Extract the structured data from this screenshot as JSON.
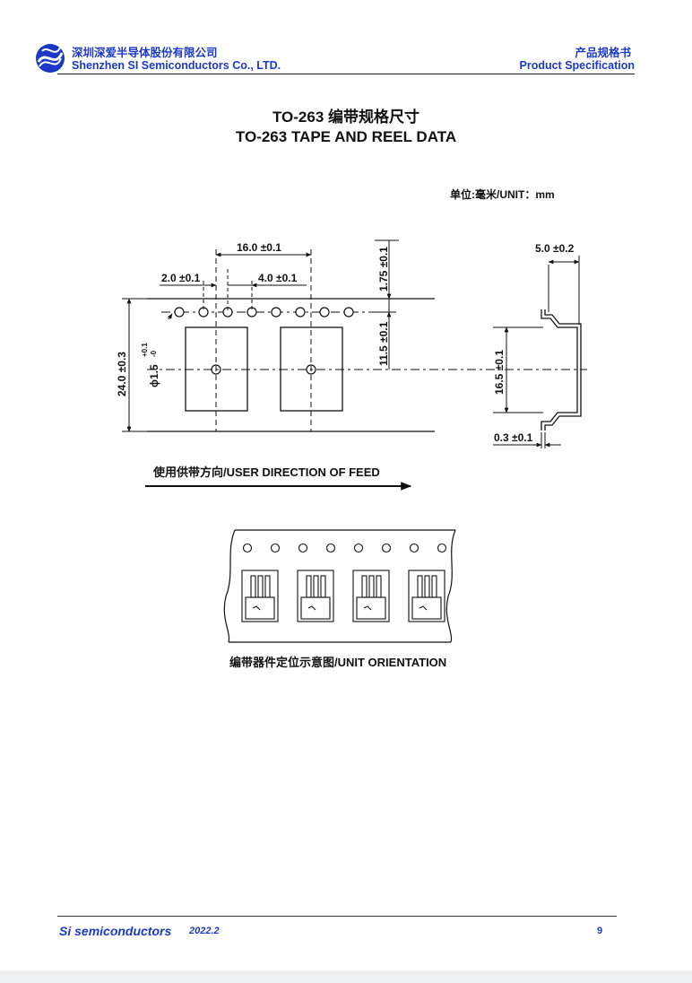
{
  "header": {
    "company_cn": "深圳深爱半导体股份有限公司",
    "company_en": "Shenzhen SI Semiconductors Co., LTD.",
    "doc_type_cn": "产品规格书",
    "doc_type_en": "Product Specification"
  },
  "title": {
    "line1": "TO-263 编带规格尺寸",
    "line2": "TO-263 TAPE AND REEL DATA"
  },
  "unit_label": "单位:毫米/UNIT：mm",
  "dimensions": {
    "pitch_16": "16.0 ±0.1",
    "offset_2": "2.0 ±0.1",
    "hole_pitch_4": "4.0 ±0.1",
    "edge_1_75": "1.75 ±0.1",
    "center_11_5": "11.5 ±0.1",
    "width_24": "24.0 ±0.3",
    "hole_dia": "ϕ1.5",
    "hole_tol_plus": "+0.1",
    "hole_tol_minus": "-0",
    "depth_5": "5.0 ±0.2",
    "pocket_16_5": "16.5 ±0.1",
    "thickness_0_3": "0.3 ±0.1"
  },
  "feed_direction": "使用供带方向/USER DIRECTION OF FEED",
  "orientation_caption": "编带器件定位示意图/UNIT ORIENTATION",
  "footer": {
    "brand": "Si semiconductors",
    "date": "2022.2",
    "page": "9"
  },
  "colors": {
    "brand_blue": "#1b39c6"
  }
}
